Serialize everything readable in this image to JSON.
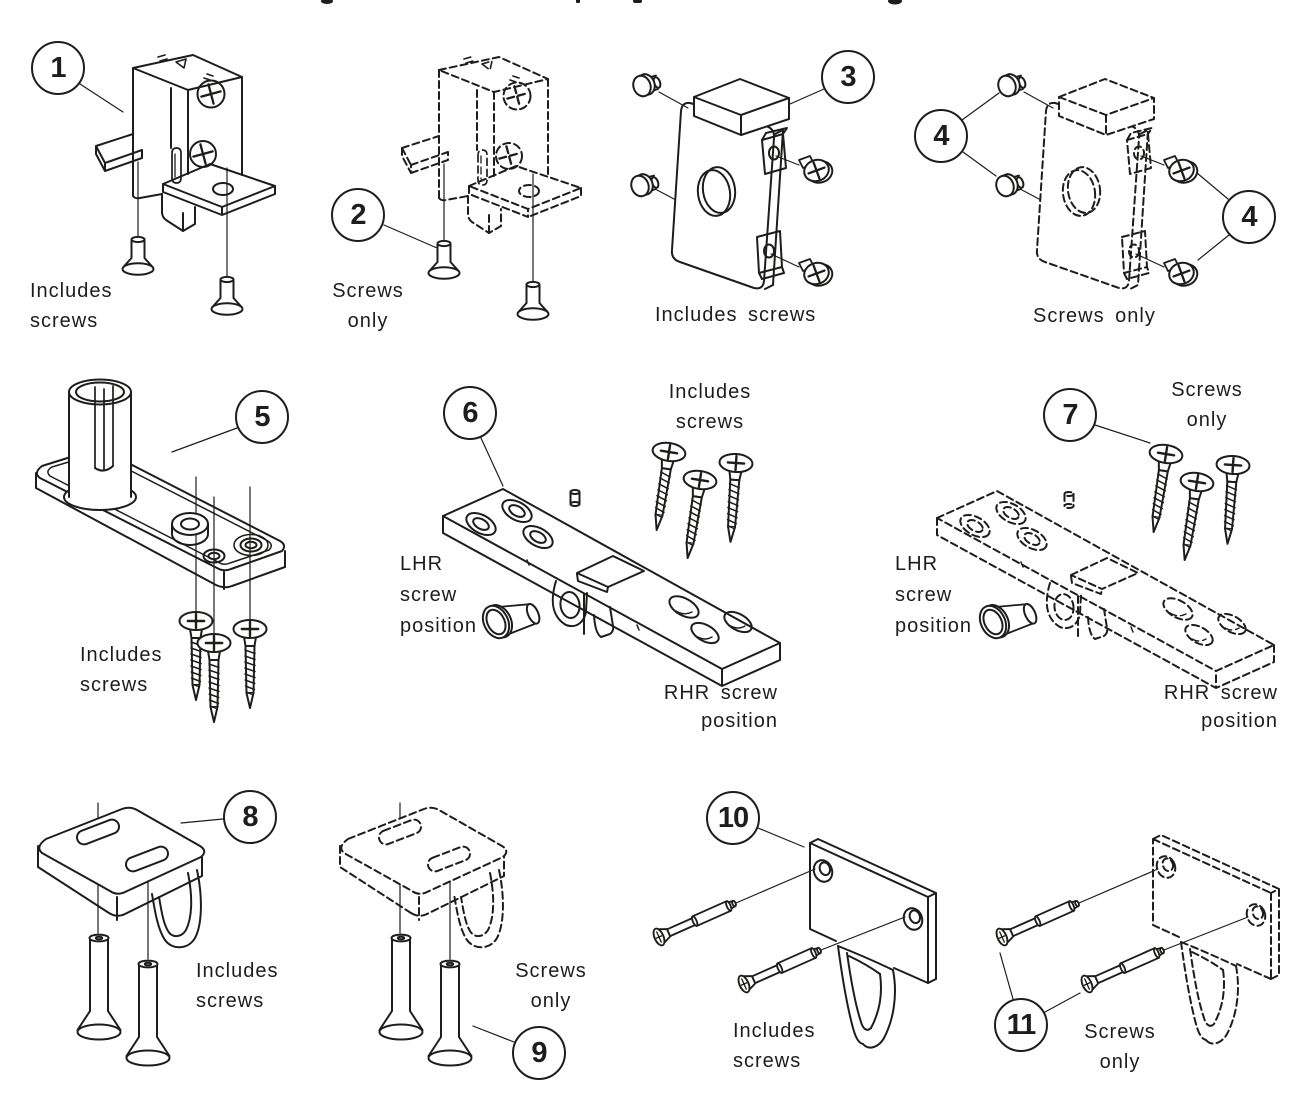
{
  "page": {
    "background": "#ffffff",
    "line_color": "#1d1d1b",
    "type": "exploded parts diagram"
  },
  "items": [
    {
      "number": "1",
      "caption_lines": [
        "Includes",
        "screws"
      ]
    },
    {
      "number": "2",
      "caption_lines": [
        "Screws",
        "only"
      ]
    },
    {
      "number": "3",
      "caption_lines": [
        "Includes screws"
      ]
    },
    {
      "number": "4",
      "caption_lines": [
        "Screws only"
      ]
    },
    {
      "number": "5",
      "caption_lines": [
        "Includes",
        "screws"
      ]
    },
    {
      "number": "6",
      "caption_lines": [
        "Includes",
        "screws"
      ],
      "lhr_label_lines": [
        "LHR",
        "screw",
        "position"
      ],
      "rhr_label_lines": [
        "RHR screw",
        "position"
      ]
    },
    {
      "number": "7",
      "caption_lines": [
        "Screws",
        "only"
      ],
      "lhr_label_lines": [
        "LHR",
        "screw",
        "position"
      ],
      "rhr_label_lines": [
        "RHR screw",
        "position"
      ]
    },
    {
      "number": "8",
      "caption_lines": [
        "Includes",
        "screws"
      ]
    },
    {
      "number": "9",
      "caption_lines": [
        "Screws",
        "only"
      ]
    },
    {
      "number": "10",
      "caption_lines": [
        "Includes",
        "screws"
      ]
    },
    {
      "number": "11",
      "caption_lines": [
        "Screws",
        "only"
      ]
    }
  ]
}
